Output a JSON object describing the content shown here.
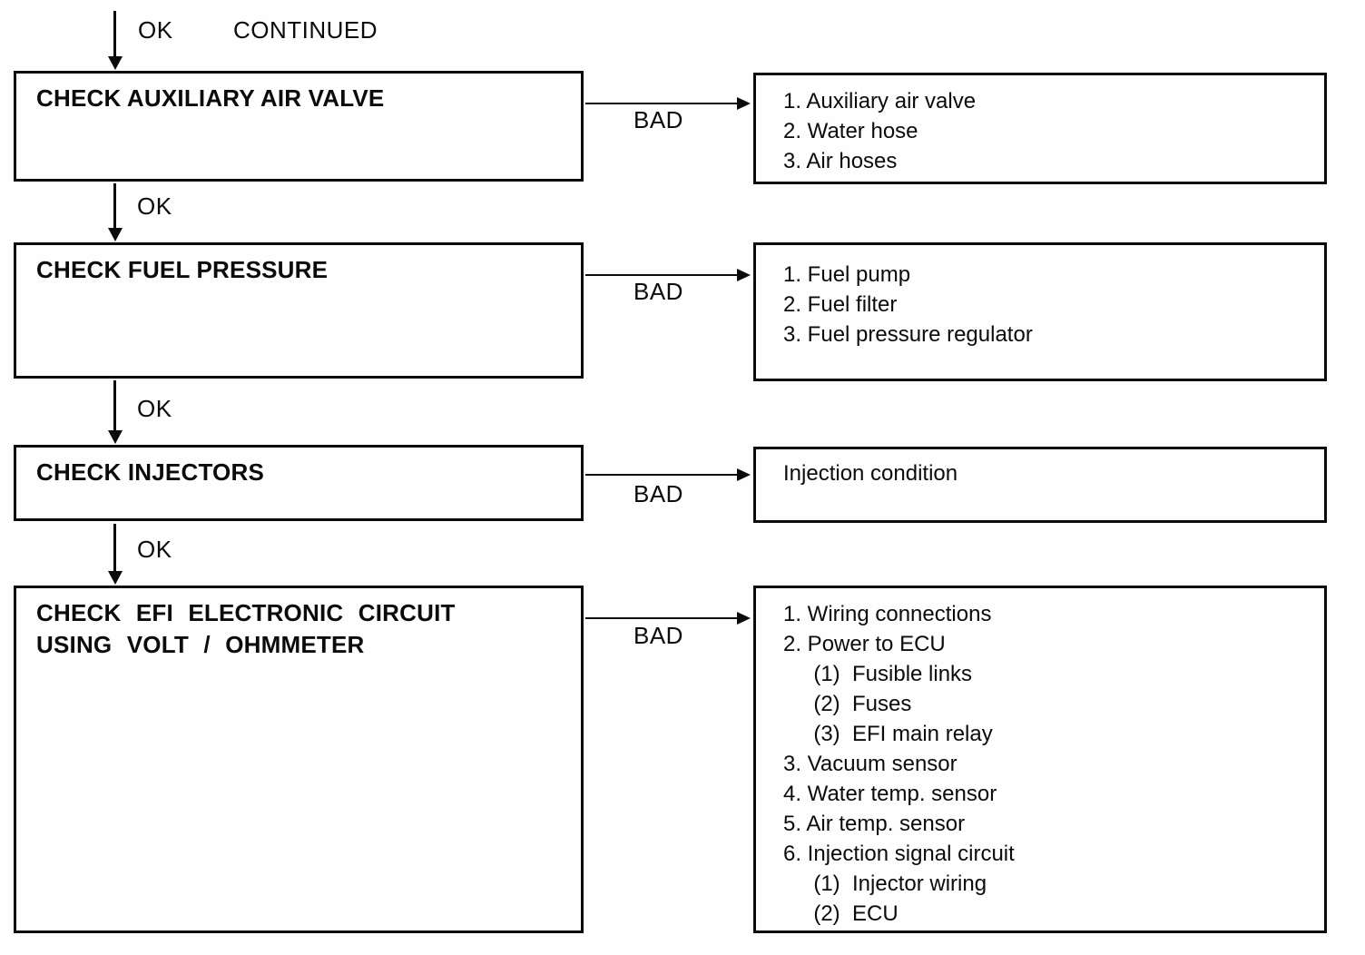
{
  "page": {
    "background_color": "#fefefe",
    "ink_color": "#0b0b0b"
  },
  "top": {
    "ok_label": "OK",
    "continued_label": "CONTINUED"
  },
  "rows": [
    {
      "check_title": "CHECK AUXILIARY AIR VALVE",
      "bad_label": "BAD",
      "ok_label": "OK",
      "causes": [
        "1. Auxiliary air valve",
        "2. Water hose",
        "3. Air hoses"
      ]
    },
    {
      "check_title": "CHECK FUEL PRESSURE",
      "bad_label": "BAD",
      "ok_label": "OK",
      "causes": [
        "1. Fuel pump",
        "2. Fuel filter",
        "3. Fuel pressure regulator"
      ]
    },
    {
      "check_title": "CHECK INJECTORS",
      "bad_label": "BAD",
      "ok_label": "OK",
      "causes": [
        "Injection condition"
      ]
    },
    {
      "check_title": "CHECK EFI ELECTRONIC CIRCUIT\nUSING VOLT / OHMMETER",
      "bad_label": "BAD",
      "causes": [
        "1. Wiring connections",
        "2. Power to ECU",
        "     (1)  Fusible links",
        "     (2)  Fuses",
        "     (3)  EFI main relay",
        "3. Vacuum sensor",
        "4. Water temp. sensor",
        "5. Air temp. sensor",
        "6. Injection signal circuit",
        "     (1)  Injector wiring",
        "     (2)  ECU"
      ]
    }
  ]
}
